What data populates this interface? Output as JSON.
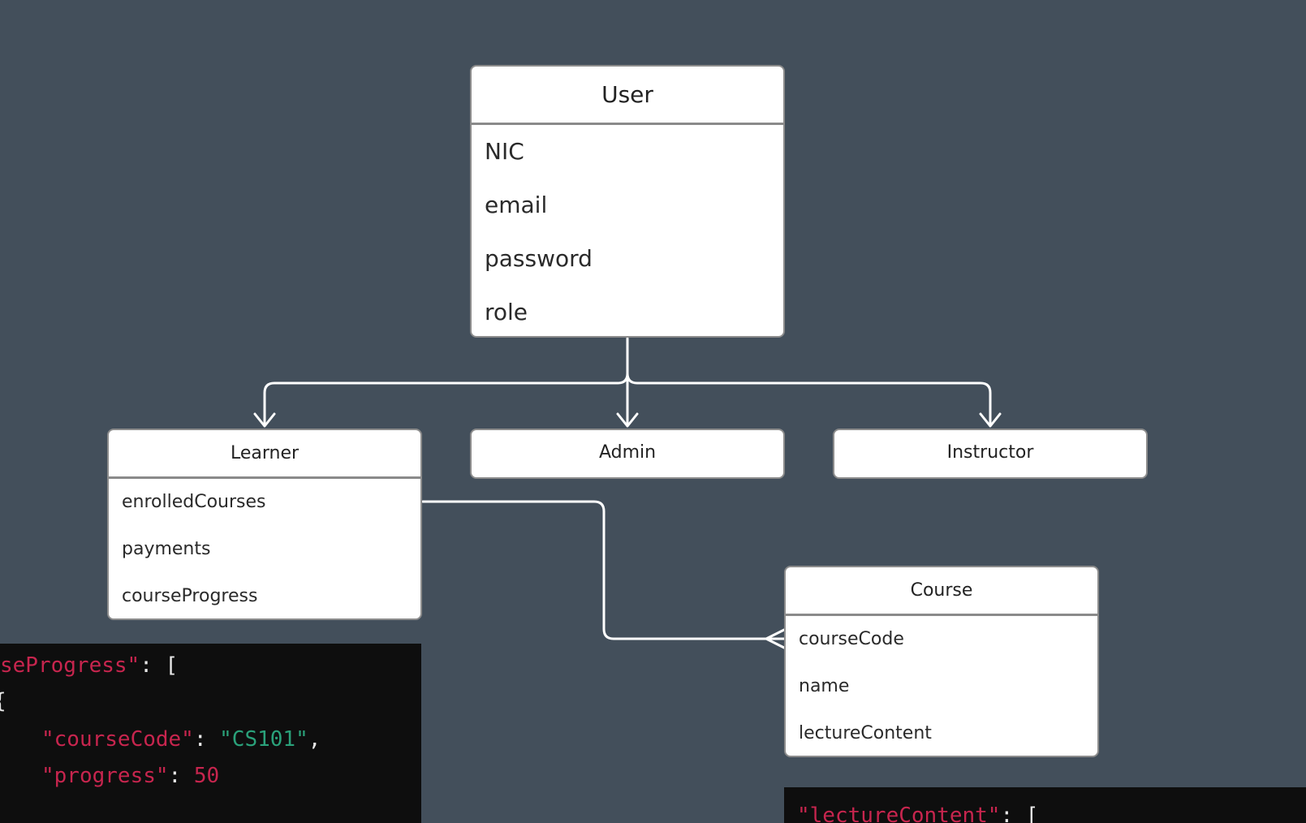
{
  "entities": {
    "user": {
      "title": "User",
      "fields": [
        "NIC",
        "email",
        "password",
        "role"
      ]
    },
    "learner": {
      "title": "Learner",
      "fields": [
        "enrolledCourses",
        "payments",
        "courseProgress"
      ]
    },
    "admin": {
      "title": "Admin"
    },
    "instructor": {
      "title": "Instructor"
    },
    "course": {
      "title": "Course",
      "fields": [
        "courseCode",
        "name",
        "lectureContent"
      ]
    }
  },
  "code_left": {
    "line1_key": "seProgress\"",
    "line1_rest": ": [",
    "line2": "{",
    "line3_key": "\"courseCode\"",
    "line3_colon": ": ",
    "line3_value": "\"CS101\"",
    "line3_comma": ",",
    "line4_key": "\"progress\"",
    "line4_colon": ": ",
    "line4_value": "50"
  },
  "code_right": {
    "line1_key": "\"lectureContent\"",
    "line1_rest": ": ["
  },
  "colors": {
    "background": "#434f5b",
    "connector": "#ffffff",
    "entity_border": "#8c8c8c",
    "code_bg": "#0e0e0e",
    "code_key": "#c7254e",
    "code_string": "#2aa17a"
  }
}
